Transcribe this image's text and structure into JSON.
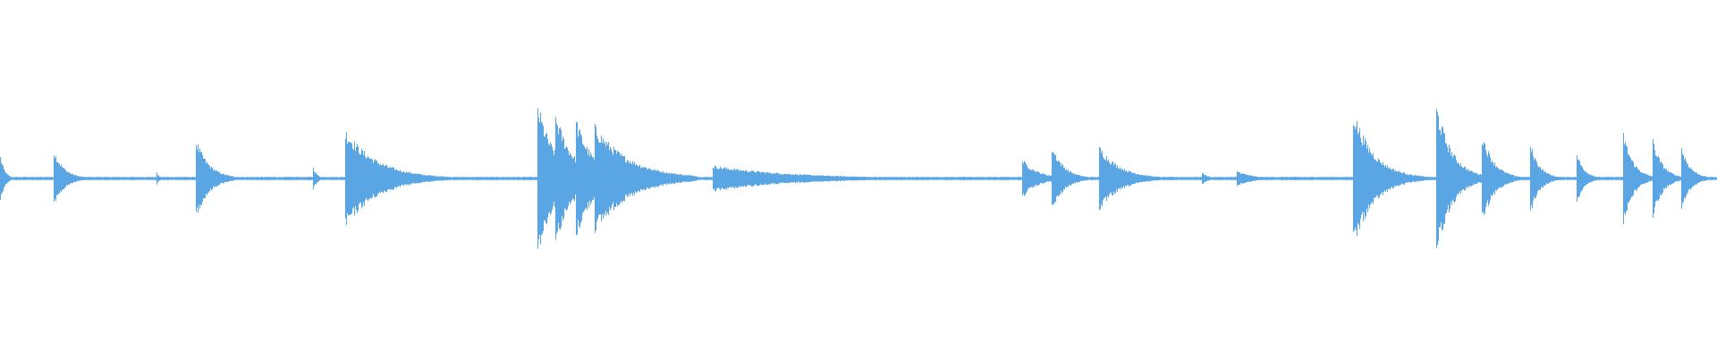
{
  "waveform": {
    "color": "#5aa5e3",
    "background": "#ffffff",
    "center_line": 0.0,
    "amplitude_scale": 1.0,
    "noise_floor": 0.01,
    "events": [
      {
        "time": 0.0,
        "amplitude": 0.14,
        "decay": 12,
        "duration": 0.03
      },
      {
        "time": 0.031,
        "amplitude": 0.18,
        "decay": 10,
        "duration": 0.06
      },
      {
        "time": 0.091,
        "amplitude": 0.04,
        "decay": 14,
        "duration": 0.022
      },
      {
        "time": 0.114,
        "amplitude": 0.24,
        "decay": 9,
        "duration": 0.068
      },
      {
        "time": 0.182,
        "amplitude": 0.08,
        "decay": 8,
        "duration": 0.018
      },
      {
        "time": 0.201,
        "amplitude": 0.3,
        "decay": 6,
        "duration": 0.11
      },
      {
        "time": 0.313,
        "amplitude": 0.46,
        "decay": 3,
        "duration": 0.03
      },
      {
        "time": 0.323,
        "amplitude": 0.42,
        "decay": 3,
        "duration": 0.03
      },
      {
        "time": 0.335,
        "amplitude": 0.38,
        "decay": 3,
        "duration": 0.03
      },
      {
        "time": 0.346,
        "amplitude": 0.33,
        "decay": 3,
        "duration": 0.06
      },
      {
        "time": 0.415,
        "amplitude": 0.08,
        "decay": 4,
        "duration": 0.18
      },
      {
        "time": 0.595,
        "amplitude": 0.12,
        "decay": 2,
        "duration": 0.018
      },
      {
        "time": 0.612,
        "amplitude": 0.22,
        "decay": 4,
        "duration": 0.028
      },
      {
        "time": 0.64,
        "amplitude": 0.2,
        "decay": 5,
        "duration": 0.06
      },
      {
        "time": 0.7,
        "amplitude": 0.04,
        "decay": 6,
        "duration": 0.02
      },
      {
        "time": 0.72,
        "amplitude": 0.05,
        "decay": 8,
        "duration": 0.068
      },
      {
        "time": 0.788,
        "amplitude": 0.42,
        "decay": 4,
        "duration": 0.048
      },
      {
        "time": 0.836,
        "amplitude": 0.48,
        "decay": 3,
        "duration": 0.027
      },
      {
        "time": 0.863,
        "amplitude": 0.28,
        "decay": 4,
        "duration": 0.028
      },
      {
        "time": 0.891,
        "amplitude": 0.22,
        "decay": 5,
        "duration": 0.027
      },
      {
        "time": 0.918,
        "amplitude": 0.16,
        "decay": 6,
        "duration": 0.027
      },
      {
        "time": 0.945,
        "amplitude": 0.3,
        "decay": 3,
        "duration": 0.017
      },
      {
        "time": 0.962,
        "amplitude": 0.26,
        "decay": 3,
        "duration": 0.017
      },
      {
        "time": 0.979,
        "amplitude": 0.2,
        "decay": 4,
        "duration": 0.021
      }
    ]
  }
}
